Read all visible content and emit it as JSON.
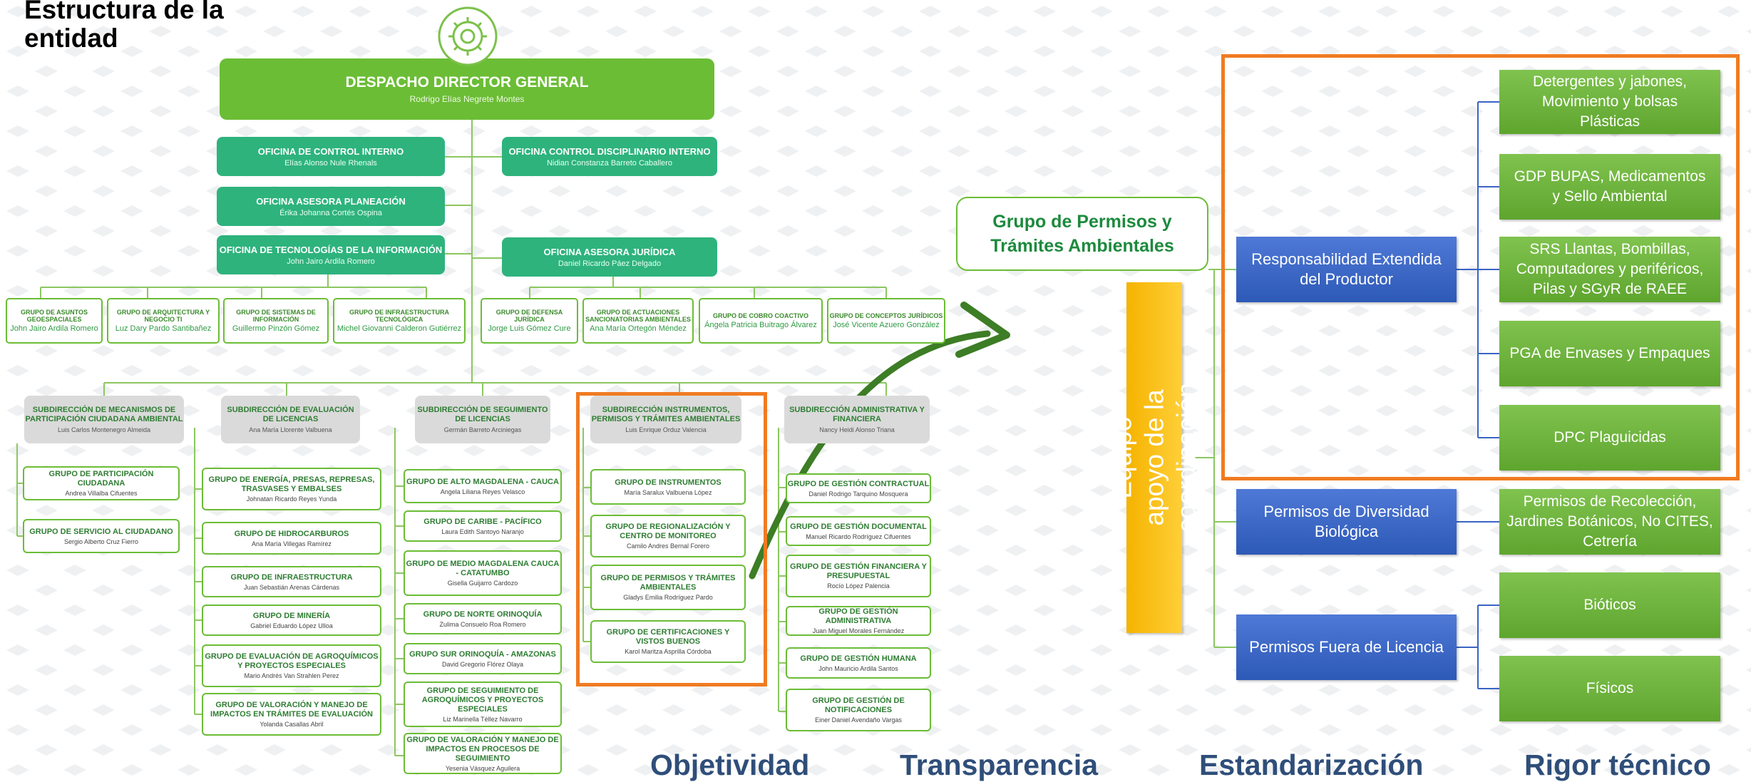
{
  "heading": "Estructura de la\nentidad",
  "org": {
    "director": {
      "title": "DESPACHO DIRECTOR GENERAL",
      "name": "Rodrigo Elías Negrete Montes"
    },
    "control_interno": {
      "title": "OFICINA DE CONTROL INTERNO",
      "name": "Elías Alonso Nule Rhenals"
    },
    "control_disciplinario": {
      "title": "OFICINA CONTROL DISCIPLINARIO INTERNO",
      "name": "Nidian Constanza Barreto Caballero"
    },
    "planeacion": {
      "title": "OFICINA ASESORA PLANEACIÓN",
      "name": "Érika Johanna Cortés Ospina"
    },
    "tecnologias": {
      "title": "OFICINA DE TECNOLOGÍAS DE LA INFORMACIÓN",
      "name": "John Jairo Ardila Romero"
    },
    "juridica": {
      "title": "OFICINA ASESORA JURÍDICA",
      "name": "Daniel Ricardo Páez Delgado"
    },
    "tic_groups": [
      {
        "title": "GRUPO DE ASUNTOS GEOESPACIALES",
        "name": "John Jairo Ardila Romero"
      },
      {
        "title": "GRUPO DE ARQUITECTURA Y NEGOCIO TI",
        "name": "Luz Dary Pardo Santibañez"
      },
      {
        "title": "GRUPO DE SISTEMAS DE INFORMACIÓN",
        "name": "Guillermo Pinzón Gómez"
      },
      {
        "title": "GRUPO DE INFRAESTRUCTURA TECNOLÓGICA",
        "name": "Michel Giovanni Calderon Gutiérrez"
      }
    ],
    "jur_groups": [
      {
        "title": "GRUPO DE DEFENSA JURÍDICA",
        "name": "Jorge Luis Gómez Cure"
      },
      {
        "title": "GRUPO DE ACTUACIONES SANCIONATORIAS AMBIENTALES",
        "name": "Ana María Ortegón Méndez"
      },
      {
        "title": "GRUPO DE COBRO COACTIVO",
        "name": "Ángela Patricia Buitrago Álvarez"
      },
      {
        "title": "GRUPO DE CONCEPTOS JURÍDICOS",
        "name": "José Vicente Azuero González"
      }
    ],
    "subdirecciones": [
      {
        "title": "SUBDIRECCIÓN DE MECANISMOS DE PARTICIPACIÓN CIUDADANA AMBIENTAL",
        "name": "Luis Carlos Montenegro Almeida",
        "groups": [
          {
            "title": "GRUPO DE PARTICIPACIÓN CIUDADANA",
            "name": "Andrea Villalba Cifuentes"
          },
          {
            "title": "GRUPO DE SERVICIO AL CIUDADANO",
            "name": "Sergio Alberto Cruz Fierro"
          }
        ]
      },
      {
        "title": "SUBDIRECCIÓN DE EVALUACIÓN DE LICENCIAS",
        "name": "Ana María Llorente Valbuena",
        "groups": [
          {
            "title": "GRUPO DE ENERGÍA, PRESAS, REPRESAS, TRASVASES Y EMBALSES",
            "name": "Johnatan Ricardo Reyes Yunda"
          },
          {
            "title": "GRUPO DE HIDROCARBUROS",
            "name": "Ana María Villegas Ramírez"
          },
          {
            "title": "GRUPO DE INFRAESTRUCTURA",
            "name": "Juan Sebastián Arenas Cárdenas"
          },
          {
            "title": "GRUPO DE MINERÍA",
            "name": "Gabriel Eduardo López Ulloa"
          },
          {
            "title": "GRUPO DE EVALUACIÓN DE AGROQUÍMICOS Y PROYECTOS ESPECIALES",
            "name": "Mario Andrés Van Strahlen Perez"
          },
          {
            "title": "GRUPO DE VALORACIÓN Y MANEJO DE IMPACTOS EN TRÁMITES DE EVALUACIÓN",
            "name": "Yolanda Casallas Abril"
          }
        ]
      },
      {
        "title": "SUBDIRECCIÓN DE SEGUIMIENTO DE LICENCIAS",
        "name": "Germán Barreto Arciniegas",
        "groups": [
          {
            "title": "GRUPO DE ALTO MAGDALENA - CAUCA",
            "name": "Angela Liliana Reyes Velasco"
          },
          {
            "title": "GRUPO DE CARIBE - PACÍFICO",
            "name": "Laura Edith Santoyo Naranjo"
          },
          {
            "title": "GRUPO DE MEDIO MAGDALENA CAUCA - CATATUMBO",
            "name": "Gisella Guijarro Cardozo"
          },
          {
            "title": "GRUPO DE NORTE ORINOQUÍA",
            "name": "Zulima Consuelo Roa Romero"
          },
          {
            "title": "GRUPO SUR ORINOQUÍA - AMAZONAS",
            "name": "David Gregorio Flórez Olaya"
          },
          {
            "title": "GRUPO DE SEGUIMIENTO DE AGROQUÍMICOS Y PROYECTOS ESPECIALES",
            "name": "Liz Marinella Téllez Navarro"
          },
          {
            "title": "GRUPO DE VALORACIÓN Y MANEJO DE IMPACTOS EN PROCESOS DE SEGUIMIENTO",
            "name": "Yesenia Vásquez Aguilera"
          }
        ]
      },
      {
        "title": "SUBDIRECCIÓN INSTRUMENTOS, PERMISOS Y TRÁMITES AMBIENTALES",
        "name": "Luis Enrique Orduz Valencia",
        "groups": [
          {
            "title": "GRUPO DE INSTRUMENTOS",
            "name": "María Saralux Valbuena López"
          },
          {
            "title": "GRUPO DE REGIONALIZACIÓN Y CENTRO DE MONITOREO",
            "name": "Camilo Andres Bernal Forero"
          },
          {
            "title": "GRUPO DE PERMISOS Y TRÁMITES AMBIENTALES",
            "name": "Gladys Emilia Rodríguez Pardo"
          },
          {
            "title": "GRUPO DE CERTIFICACIONES Y VISTOS BUENOS",
            "name": "Karol Maritza Asprilla Córdoba"
          }
        ]
      },
      {
        "title": "SUBDIRECCIÓN ADMINISTRATIVA Y FINANCIERA",
        "name": "Nancy Heidi Alonso Triana",
        "groups": [
          {
            "title": "GRUPO DE GESTIÓN CONTRACTUAL",
            "name": "Daniel Rodrigo Tarquino Mosquera"
          },
          {
            "title": "GRUPO DE GESTIÓN DOCUMENTAL",
            "name": "Manuel Ricardo Rodríguez Cifuentes"
          },
          {
            "title": "GRUPO DE GESTIÓN FINANCIERA Y PRESUPUESTAL",
            "name": "Rocío López Palencia"
          },
          {
            "title": "GRUPO DE GESTIÓN ADMINISTRATIVA",
            "name": "Juan Miguel Morales Fernández"
          },
          {
            "title": "GRUPO DE GESTIÓN HUMANA",
            "name": "John Mauricio Ardila Santos"
          },
          {
            "title": "GRUPO DE GESTIÓN DE NOTIFICACIONES",
            "name": "Einer Daniel Avendaño Vargas"
          }
        ]
      }
    ]
  },
  "right": {
    "group_label": "Grupo de Permisos y\nTrámites Ambientales",
    "team_label": "Equipo apoyo de la\ncoordinación",
    "areas": [
      {
        "label": "Responsabilidad Extendida\ndel Productor",
        "items": [
          "Detergentes y jabones,\nMovimiento y bolsas\nPlásticas",
          "GDP BUPAS, Medicamentos\ny Sello Ambiental",
          "SRS Llantas, Bombillas,\nComputadores y periféricos,\nPilas y SGyR de RAEE",
          "PGA de Envases y Empaques",
          "DPC Plaguicidas"
        ]
      },
      {
        "label": "Permisos de Diversidad\nBiológica",
        "items": [
          "Permisos de Recolección,\nJardines Botánicos, No CITES,\nCetrería"
        ]
      },
      {
        "label": "Permisos Fuera de Licencia",
        "items": [
          "Bióticos",
          "Físicos"
        ]
      }
    ]
  },
  "footer": [
    "Objetividad",
    "Transparencia",
    "Estandarización",
    "Rigor técnico"
  ],
  "colors": {
    "green_dark": "#2eb37d",
    "green_light": "#6bbd35",
    "blue": "#3a64c4",
    "yellow": "#f8bf17",
    "orange": "#f07b22",
    "footer_text": "#2f4e79"
  },
  "icons": {
    "top": "gear-icon",
    "connector": "curved-arrow-icon"
  }
}
